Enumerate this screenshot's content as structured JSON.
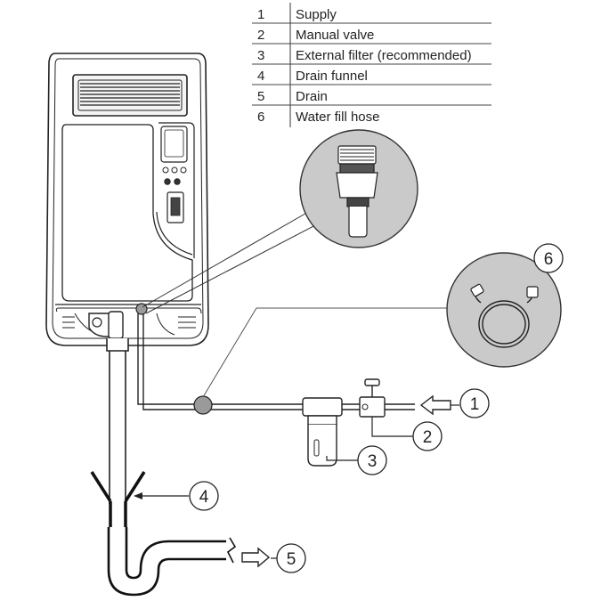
{
  "legend": [
    {
      "num": "1",
      "label": "Supply"
    },
    {
      "num": "2",
      "label": "Manual valve"
    },
    {
      "num": "3",
      "label": "External filter (recommended)"
    },
    {
      "num": "4",
      "label": "Drain funnel"
    },
    {
      "num": "5",
      "label": "Drain"
    },
    {
      "num": "6",
      "label": "Water fill hose"
    }
  ],
  "callouts": {
    "supply": "1",
    "manual_valve": "2",
    "external_filter": "3",
    "drain_funnel": "4",
    "drain": "5",
    "water_fill_hose": "6"
  },
  "colors": {
    "line": "#222222",
    "zoom_circle_fill": "#c9c9c9",
    "fitting_fill": "#9a9a9a"
  }
}
